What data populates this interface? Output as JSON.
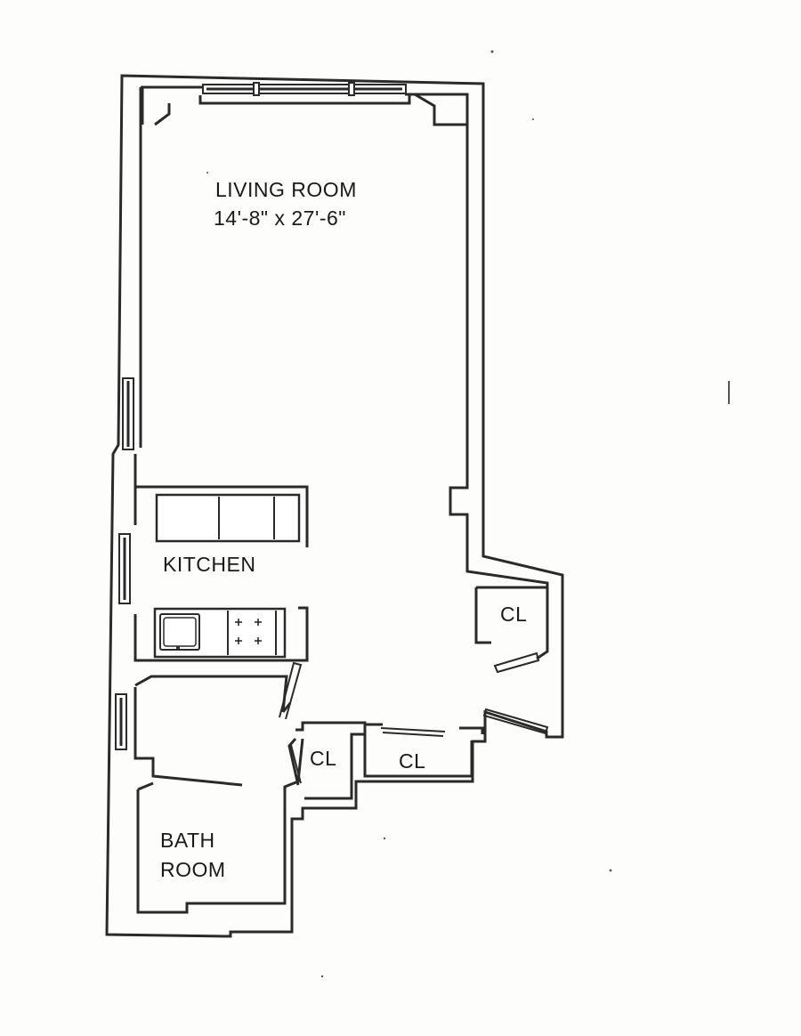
{
  "rooms": {
    "living_room": {
      "name": "LIVING ROOM",
      "dimensions": "14'-8\" x 27'-6\""
    },
    "kitchen": {
      "name": "KITCHEN"
    },
    "bathroom": {
      "line1": "BATH",
      "line2": "ROOM"
    },
    "closet_east": {
      "name": "CL"
    },
    "closet_small": {
      "name": "CL"
    },
    "closet_hall": {
      "name": "CL"
    }
  }
}
